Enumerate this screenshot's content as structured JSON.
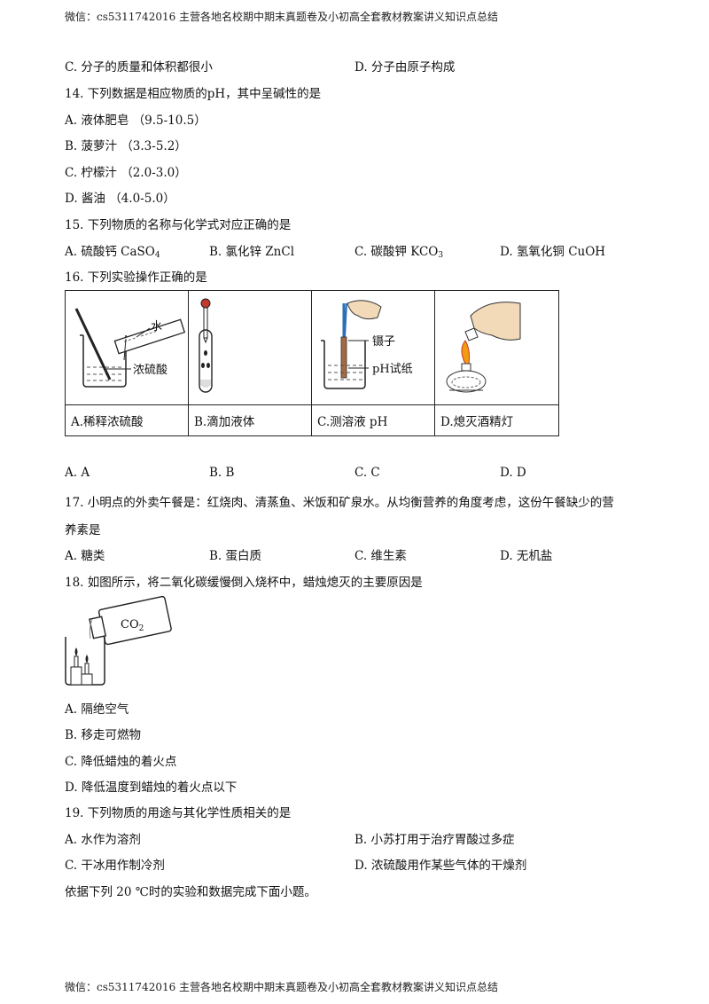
{
  "header": "微信：cs5311742016  主营各地名校期中期末真题卷及小初高全套教材教案讲义知识点总结",
  "footer": "微信：cs5311742016  主营各地名校期中期末真题卷及小初高全套教材教案讲义知识点总结",
  "q13": {
    "optC": "C.  分子的质量和体积都很小",
    "optD": "D.  分子由原子构成"
  },
  "q14": {
    "stem": "14. 下列数据是相应物质的pH，其中呈碱性的是",
    "options": [
      "A.  液体肥皂    （9.5-10.5）",
      "B.  菠萝汁      （3.3-5.2）",
      "C.  柠檬汁      （2.0-3.0）",
      "D.  酱油        （4.0-5.0）"
    ]
  },
  "q15": {
    "stem": "15. 下列物质的名称与化学式对应正确的是",
    "optA": {
      "text": "A.  硫酸钙 CaSO",
      "sub": "4"
    },
    "optB": "B.  氯化锌 ZnCl",
    "optC": {
      "text": "C.  碳酸钾 KCO",
      "sub": "3"
    },
    "optD": "D.  氢氧化铜 CuOH"
  },
  "q16": {
    "stem": "16. 下列实验操作正确的是",
    "fig_labels": {
      "water": "水",
      "acid": "浓硫酸",
      "tweezers": "镊子",
      "paper": "pH试纸"
    },
    "captions": [
      "A.稀释浓硫酸",
      "B.滴加液体",
      "C.测溶液 pH",
      "D.熄灭酒精灯"
    ],
    "options": [
      "A.  A",
      "B.  B",
      "C.  C",
      "D.  D"
    ]
  },
  "q17": {
    "stem1": "17. 小明点的外卖午餐是：红烧肉、清蒸鱼、米饭和矿泉水。从均衡营养的角度考虑，这份午餐缺少的营",
    "stem2": "养素是",
    "options": [
      "A.  糖类",
      "B.  蛋白质",
      "C.  维生素",
      "D.  无机盐"
    ]
  },
  "q18": {
    "stem": "18. 如图所示，将二氧化碳缓慢倒入烧杯中，蜡烛熄灭的主要原因是",
    "fig_label": {
      "main": "CO",
      "sub": "2"
    },
    "options": [
      "A.  隔绝空气",
      "B.  移走可燃物",
      "C.  降低蜡烛的着火点",
      "D.  降低温度到蜡烛的着火点以下"
    ]
  },
  "q19": {
    "stem": "19. 下列物质的用途与其化学性质相关的是",
    "optA": "A.  水作为溶剂",
    "optB": "B.  小苏打用于治疗胃酸过多症",
    "optC": "C.  干冰用作制冷剂",
    "optD": "D.  浓硫酸用作某些气体的干燥剂"
  },
  "closing": "依据下列 20 ℃时的实验和数据完成下面小题。"
}
